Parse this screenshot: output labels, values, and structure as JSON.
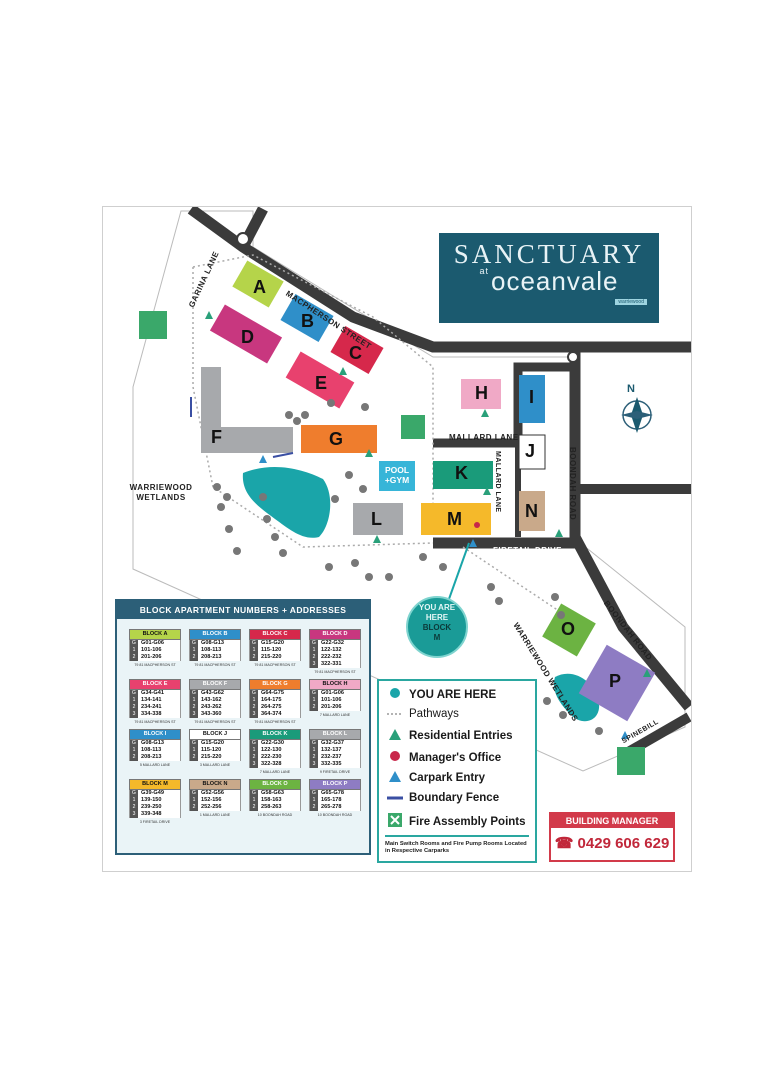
{
  "brand": {
    "line1": "SANCTUARY",
    "at": "at",
    "line2": "oceanvale",
    "tag": "warriewood"
  },
  "streets": {
    "macpherson": "MACPHERSON STREET",
    "garina": "GARINA LANE",
    "mallard": "MALLARD LANE",
    "boondah1": "BOONDAH ROAD",
    "boondah2": "BOONDAH ROAD",
    "firetail": "FIRETAIL DRIVE",
    "wetlands_path": "WARRIEWOOD WETLANDS",
    "spinebill": "SPINEBILL",
    "wetlands": "WARRIEWOOD WETLANDS"
  },
  "compass_label": "N",
  "you_are_here": {
    "line1": "YOU ARE",
    "line2": "HERE",
    "line3": "BLOCK",
    "line4": "M"
  },
  "buildings": {
    "A": "A",
    "B": "B",
    "C": "C",
    "D": "D",
    "E": "E",
    "F": "F",
    "G": "G",
    "H": "H",
    "I": "I",
    "J": "J",
    "K": "K",
    "L": "L",
    "M": "M",
    "N": "N",
    "O": "O",
    "P": "P",
    "pool": "POOL\n+GYM"
  },
  "colors": {
    "A": "#b5d44a",
    "B": "#2f8fc9",
    "C": "#d6284b",
    "D": "#c8377f",
    "E": "#e8416e",
    "F": "#a7a9ac",
    "G": "#ef7d2d",
    "H": "#f0a9c6",
    "I": "#2f8fc9",
    "J": "#ffffff",
    "K": "#1a9b7a",
    "L": "#a7a9ac",
    "M": "#f5b92a",
    "N": "#c9a98a",
    "O": "#6cb342",
    "P": "#8e7cc3",
    "pool": "#37b5d8",
    "lake": "#1aa5a9",
    "accent": "#2c5f78",
    "teal": "#2aa7a0"
  },
  "block_table": {
    "title": "BLOCK APARTMENT NUMBERS + ADDRESSES",
    "blocks": [
      {
        "name": "BLOCK A",
        "color": "#b5d44a",
        "rows": [
          [
            "G",
            "G01-G06"
          ],
          [
            "1",
            "101-106"
          ],
          [
            "2",
            "201-206"
          ]
        ],
        "addr": "79 81 MACPHERSON ST"
      },
      {
        "name": "BLOCK B",
        "color": "#2f8fc9",
        "rows": [
          [
            "G",
            "G08-G13"
          ],
          [
            "1",
            "108-113"
          ],
          [
            "2",
            "208-213"
          ]
        ],
        "addr": "79 81 MACPHERSON ST"
      },
      {
        "name": "BLOCK C",
        "color": "#d6284b",
        "rows": [
          [
            "G",
            "G15-G20"
          ],
          [
            "1",
            "115-120"
          ],
          [
            "2",
            "215-220"
          ]
        ],
        "addr": "79 81 MACPHERSON ST"
      },
      {
        "name": "BLOCK D",
        "color": "#c8377f",
        "rows": [
          [
            "G",
            "G22-G32"
          ],
          [
            "1",
            "122-132"
          ],
          [
            "2",
            "222-232"
          ],
          [
            "3",
            "322-331"
          ]
        ],
        "addr": "79 81 MACPHERSON ST"
      },
      {
        "name": "BLOCK E",
        "color": "#e8416e",
        "rows": [
          [
            "G",
            "G34-G41"
          ],
          [
            "1",
            "134-141"
          ],
          [
            "2",
            "234-241"
          ],
          [
            "3",
            "334-338"
          ]
        ],
        "addr": "79 81 MACPHERSON ST"
      },
      {
        "name": "BLOCK F",
        "color": "#a7a9ac",
        "rows": [
          [
            "G",
            "G43-G62"
          ],
          [
            "1",
            "143-162"
          ],
          [
            "2",
            "243-262"
          ],
          [
            "3",
            "343-360"
          ]
        ],
        "addr": "79 81 MACPHERSON ST"
      },
      {
        "name": "BLOCK G",
        "color": "#ef7d2d",
        "rows": [
          [
            "G",
            "G64-G75"
          ],
          [
            "1",
            "164-175"
          ],
          [
            "2",
            "264-275"
          ],
          [
            "3",
            "364-374"
          ]
        ],
        "addr": "79 81 MACPHERSON ST"
      },
      {
        "name": "BLOCK H",
        "color": "#f0a9c6",
        "rows": [
          [
            "G",
            "G01-G06"
          ],
          [
            "1",
            "101-106"
          ],
          [
            "2",
            "201-206"
          ]
        ],
        "addr": "7 MALLARD LANE"
      },
      {
        "name": "BLOCK I",
        "color": "#2f8fc9",
        "rows": [
          [
            "G",
            "G08-G13"
          ],
          [
            "1",
            "108-113"
          ],
          [
            "2",
            "208-213"
          ]
        ],
        "addr": "5 MALLARD LANE"
      },
      {
        "name": "BLOCK J",
        "color": "#ffffff",
        "rows": [
          [
            "G",
            "G15-G20"
          ],
          [
            "1",
            "115-120"
          ],
          [
            "2",
            "215-220"
          ]
        ],
        "addr": "3 MALLARD LANE"
      },
      {
        "name": "BLOCK K",
        "color": "#1a9b7a",
        "rows": [
          [
            "G",
            "G22-G30"
          ],
          [
            "1",
            "122-130"
          ],
          [
            "2",
            "222-230"
          ],
          [
            "3",
            "322-328"
          ]
        ],
        "addr": "7 MALLARD LANE"
      },
      {
        "name": "BLOCK L",
        "color": "#a7a9ac",
        "rows": [
          [
            "G",
            "G32-G37"
          ],
          [
            "1",
            "132-137"
          ],
          [
            "2",
            "232-237"
          ],
          [
            "3",
            "332-335"
          ]
        ],
        "addr": "9 FIRETAIL DRIVE"
      },
      {
        "name": "BLOCK M",
        "color": "#f5b92a",
        "rows": [
          [
            "G",
            "G39-G49"
          ],
          [
            "1",
            "139-150"
          ],
          [
            "2",
            "239-250"
          ],
          [
            "3",
            "339-348"
          ]
        ],
        "addr": "3 FIRETAIL DRIVE"
      },
      {
        "name": "BLOCK N",
        "color": "#c9a98a",
        "rows": [
          [
            "G",
            "G52-G56"
          ],
          [
            "1",
            "152-156"
          ],
          [
            "2",
            "252-256"
          ]
        ],
        "addr": "1 MALLARD LANE"
      },
      {
        "name": "BLOCK O",
        "color": "#6cb342",
        "rows": [
          [
            "G",
            "G58-G63"
          ],
          [
            "1",
            "158-163"
          ],
          [
            "2",
            "258-263"
          ]
        ],
        "addr": "10 BOONDAH ROAD"
      },
      {
        "name": "BLOCK P",
        "color": "#8e7cc3",
        "rows": [
          [
            "G",
            "G65-G78"
          ],
          [
            "1",
            "165-178"
          ],
          [
            "2",
            "265-278"
          ]
        ],
        "addr": "10 BOONDAH ROAD"
      }
    ]
  },
  "legend": {
    "items": [
      {
        "label": "YOU ARE HERE",
        "icon": "teal-dot-icon",
        "color": "#1aa5a9"
      },
      {
        "label": "Pathways",
        "icon": "dotted-line-icon",
        "color": "#9a9a9a"
      },
      {
        "label": "Residential Entries",
        "icon": "green-triangle-icon",
        "color": "#2aa07a"
      },
      {
        "label": "Manager's Office",
        "icon": "red-dot-icon",
        "color": "#c8274a"
      },
      {
        "label": "Carpark Entry",
        "icon": "blue-triangle-icon",
        "color": "#2f8fc9"
      },
      {
        "label": "Boundary Fence",
        "icon": "blue-line-icon",
        "color": "#3a4fa3"
      },
      {
        "label": "Fire Assembly Points",
        "icon": "fire-assembly-icon",
        "color": "#3aa86a"
      }
    ],
    "note": "Main Switch Rooms and Fire Pump Rooms Located in Respective Carparks"
  },
  "manager": {
    "title": "BUILDING MANAGER",
    "phone": "☎ 0429 606 629"
  }
}
